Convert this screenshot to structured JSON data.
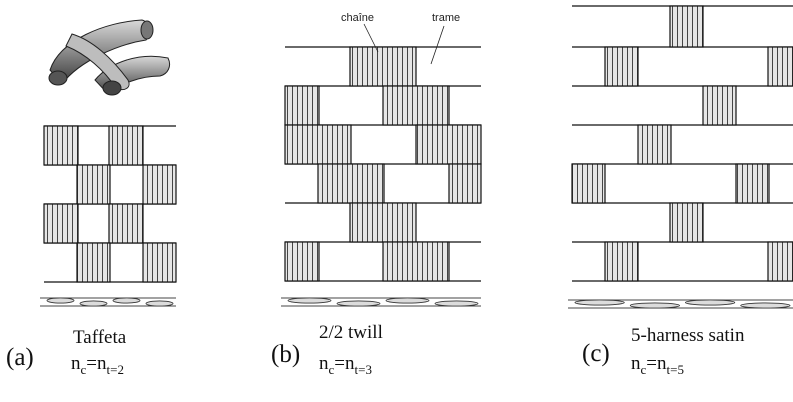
{
  "figure": {
    "panels": [
      {
        "letter": "(a)",
        "name": "Taffeta",
        "formula": {
          "main": "n",
          "sub1": "c",
          "mid": "=n",
          "sub2": "t=2"
        }
      },
      {
        "letter": "(b)",
        "name": "2/2 twill",
        "formula": {
          "main": "n",
          "sub1": "c",
          "mid": "=n",
          "sub2": "t=3"
        },
        "labels": {
          "warp": "chaîne",
          "weft": "trame"
        }
      },
      {
        "letter": "(c)",
        "name": "5-harness satin",
        "formula": {
          "main": "n",
          "sub1": "c",
          "mid": "=n",
          "sub2": "t=5"
        }
      }
    ]
  }
}
